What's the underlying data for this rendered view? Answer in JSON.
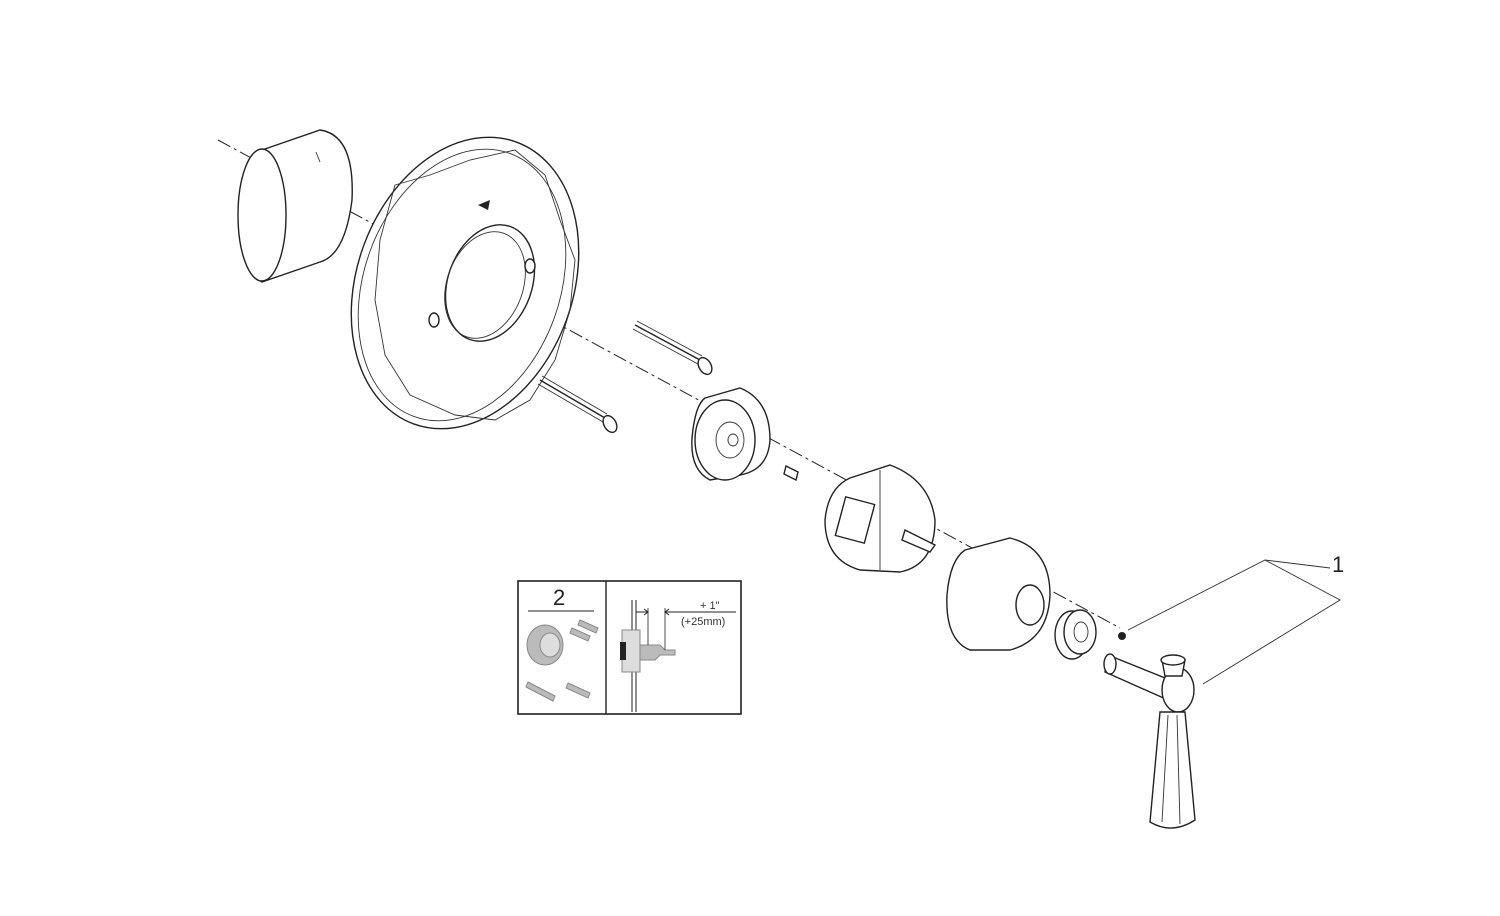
{
  "callouts": {
    "part_1": "1",
    "part_2": "2"
  },
  "inset": {
    "dimension_inch": "+ 1\"",
    "dimension_mm": "(+25mm)"
  }
}
